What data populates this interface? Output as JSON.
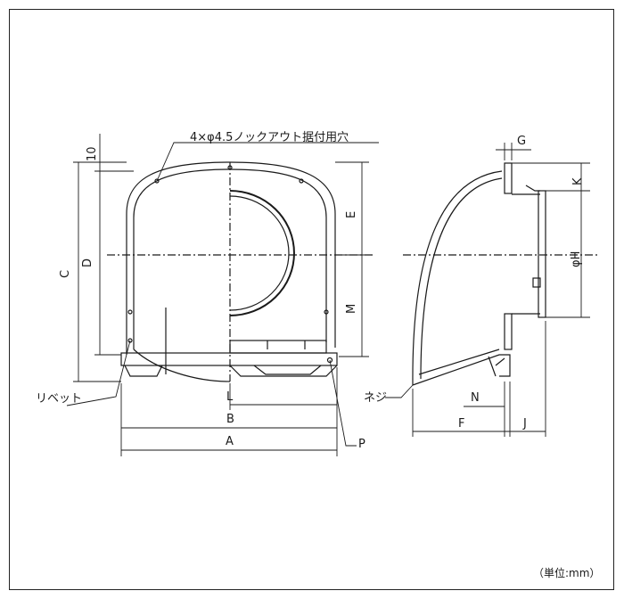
{
  "note": "4×φ4.5ノックアウト据付用穴",
  "units": "（単位:mm）",
  "dims": {
    "A": "A",
    "B": "B",
    "C": "C",
    "D": "D",
    "E": "E",
    "F": "F",
    "G": "G",
    "H": "φH",
    "J": "J",
    "K": "K",
    "L": "L",
    "M": "M",
    "N": "N",
    "P": "P",
    "ten": "10"
  },
  "parts": {
    "rivet": "リベット",
    "screw": "ネジ"
  },
  "colors": {
    "line": "#1a1a1a",
    "hatch": "#555555",
    "fill": "#ffffff"
  }
}
